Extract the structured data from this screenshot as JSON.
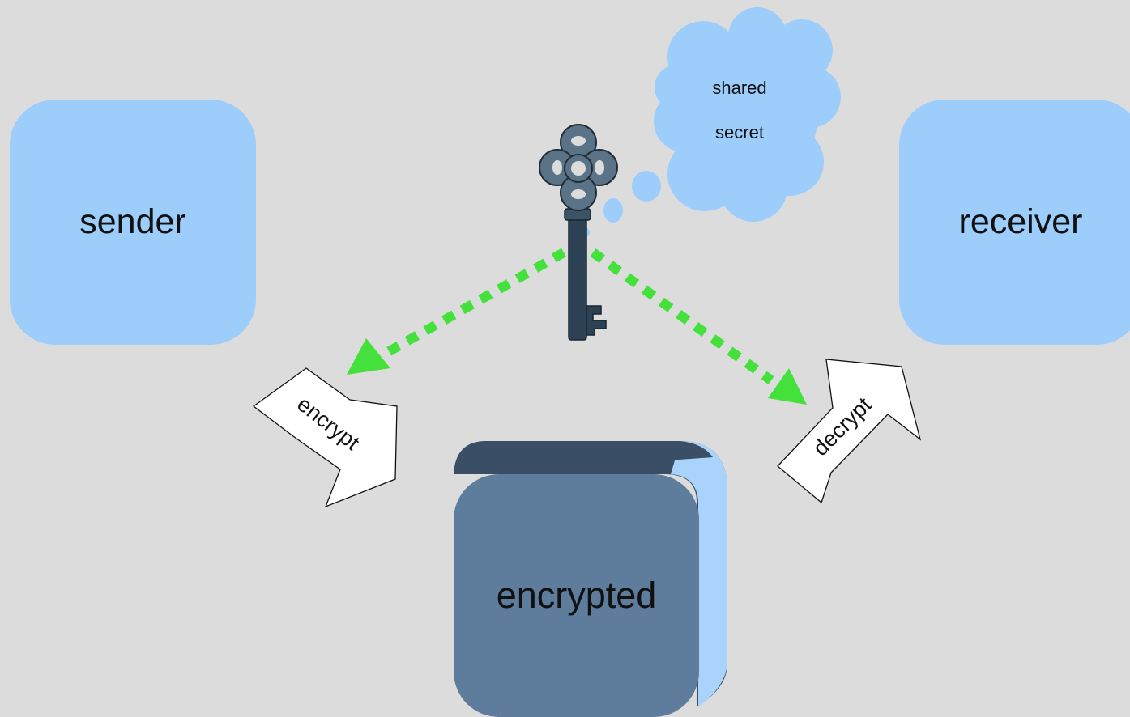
{
  "nodes": {
    "sender": "sender",
    "receiver": "receiver",
    "encrypted": "encrypted"
  },
  "arrows": {
    "encrypt": "encrypt",
    "decrypt": "decrypt"
  },
  "cloud": {
    "line1": "shared",
    "line2": "secret"
  },
  "colors": {
    "background": "#dcdcdc",
    "endpoint_box": "#9dcdfb",
    "encrypted_box": "#5e7c9c",
    "encrypted_box_top": "#3a4e66",
    "key_link": "#44e03c",
    "cloud": "#9dcdfb"
  },
  "icons": [
    "key-icon",
    "thought-cloud-icon"
  ]
}
